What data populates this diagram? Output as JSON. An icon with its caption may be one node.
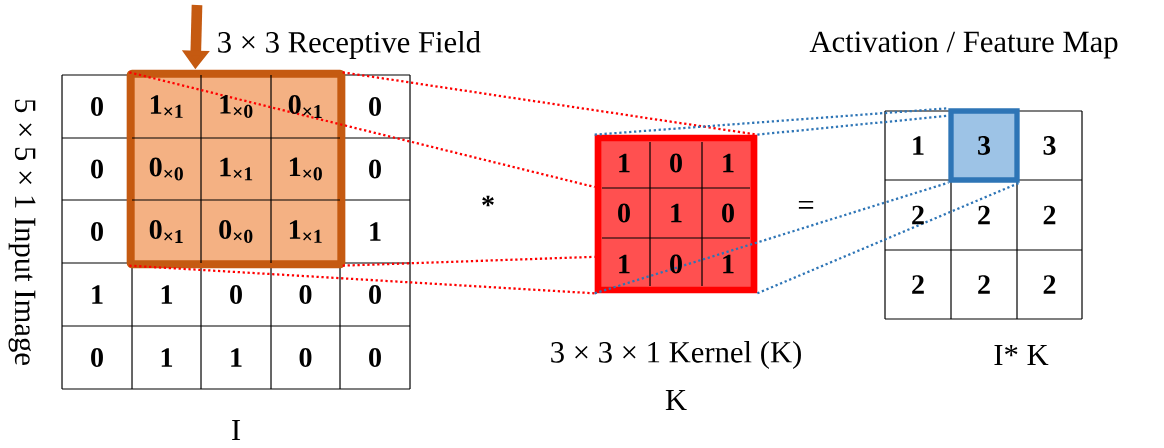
{
  "diagram": {
    "nodes": [
      {
        "text": [
          "3 × 3  Receptive Field"
        ]
      },
      {
        "text": [],
        "shape": "box",
        "beside": [
          "3 × 3 × 1 Kernel (K)",
          "K"
        ]
      },
      {
        "text": [
          "3"
        ]
      }
    ],
    "edges": [
      {
        "from": null,
        "to": 0,
        "arrow": "to",
        "style": "thick",
        "color": "#c55a11"
      },
      {
        "from": 0,
        "to": 1,
        "arrow": "none",
        "style": "dashed",
        "color": "#ff0000"
      },
      {
        "from": 0,
        "to": 1,
        "arrow": "none",
        "style": "dashed",
        "color": "#ff0000"
      },
      {
        "from": 0,
        "to": 1,
        "arrow": "none",
        "style": "dashed",
        "color": "#ff0000"
      },
      {
        "from": 0,
        "to": 1,
        "arrow": "none",
        "style": "dashed",
        "color": "#ff0000"
      },
      {
        "from": 1,
        "to": 2,
        "arrow": "none",
        "style": "dashed",
        "color": "#2e75b6"
      },
      {
        "from": 1,
        "to": 2,
        "arrow": "none",
        "style": "dashed",
        "color": "#2e75b6"
      },
      {
        "from": 1,
        "to": 2,
        "arrow": "none",
        "style": "dashed",
        "color": "#2e75b6"
      },
      {
        "from": 1,
        "to": 2,
        "arrow": "none",
        "style": "dashed",
        "color": "#2e75b6"
      }
    ],
    "labels": [
      "5 × 5 × 1 Input Image",
      "0",
      "1$_{×1}$",
      "1$_{×0}$",
      "0$_{×1}$",
      "0",
      "0",
      "0$_{×0}$",
      "1$_{×1}$",
      "1$_{×0}$",
      "0",
      "0",
      "0$_{×1}$",
      "0$_{×0}$",
      "1$_{×1}$",
      "1",
      "1",
      "1",
      "0",
      "0",
      "0",
      "0",
      "1",
      "1",
      "0",
      "0",
      "I",
      "*",
      "1",
      "0",
      "1",
      "0",
      "1",
      "0",
      "1",
      "0",
      "1",
      "=",
      "Activation / Feature Map",
      "1",
      "3",
      "2",
      "2",
      "2",
      "2",
      "2",
      "2",
      "I* K"
    ]
  }
}
